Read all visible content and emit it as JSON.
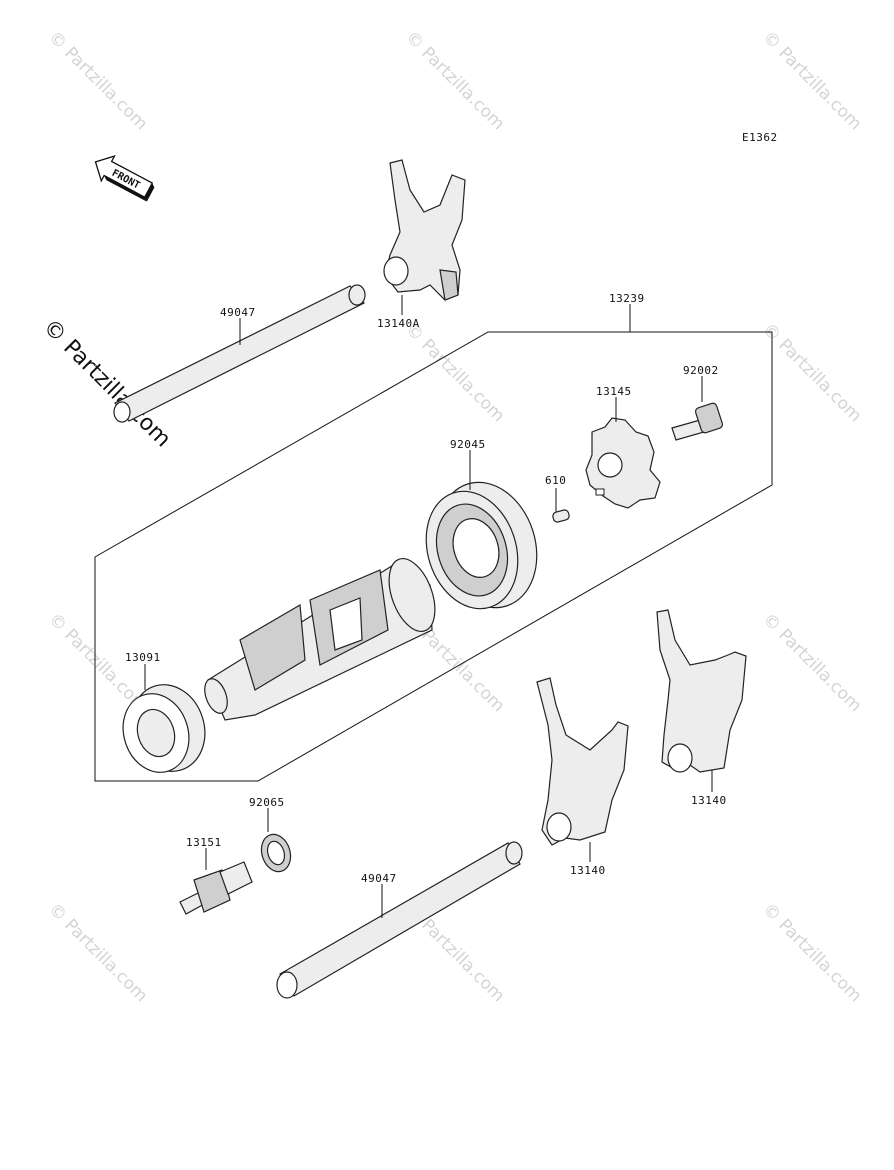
{
  "diagram": {
    "code": "E1362",
    "front_label": "FRONT",
    "watermark_main": "© Partzilla.com",
    "watermark_tile": "© Partzilla.com"
  },
  "parts": [
    {
      "id": "shift-rod-upper",
      "label": "49047"
    },
    {
      "id": "shift-fork-a",
      "label": "13140A"
    },
    {
      "id": "drum-assembly",
      "label": "13239"
    },
    {
      "id": "drum-plate",
      "label": "13145"
    },
    {
      "id": "bolt",
      "label": "92002"
    },
    {
      "id": "ball-bearing",
      "label": "92045"
    },
    {
      "id": "pin",
      "label": "610"
    },
    {
      "id": "drum-bearing",
      "label": "13091"
    },
    {
      "id": "washer",
      "label": "92065"
    },
    {
      "id": "shift-fork-right",
      "label": "13140"
    },
    {
      "id": "shift-fork-center",
      "label": "13140"
    },
    {
      "id": "neutral-switch",
      "label": "13151"
    },
    {
      "id": "shift-rod-lower",
      "label": "49047"
    }
  ]
}
